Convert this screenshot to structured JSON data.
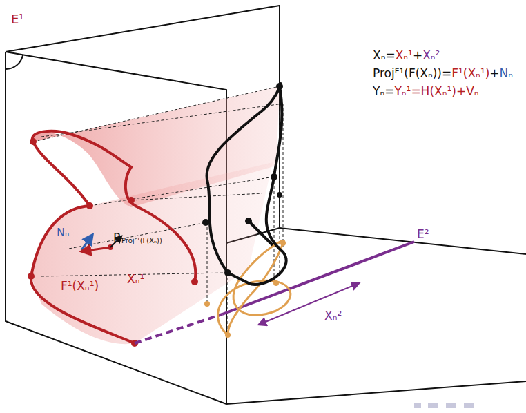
{
  "diagram": {
    "labels": [
      "E¹",
      "Xₙ=",
      "Xₙ¹",
      "+",
      "Xₙ²",
      "Projᴱ¹(F(Xₙ))=",
      "F¹(Xₙ¹)",
      "+",
      "Nₙ",
      "Yₙ=",
      "Yₙ¹=H(Xₙ¹)+Vₙ",
      "E²",
      "Xₙ²",
      "Nₙ",
      "P",
      "Projᴱ¹(F(Xₙ))",
      "F¹(Xₙ¹)",
      "Xₙ¹"
    ]
  }
}
